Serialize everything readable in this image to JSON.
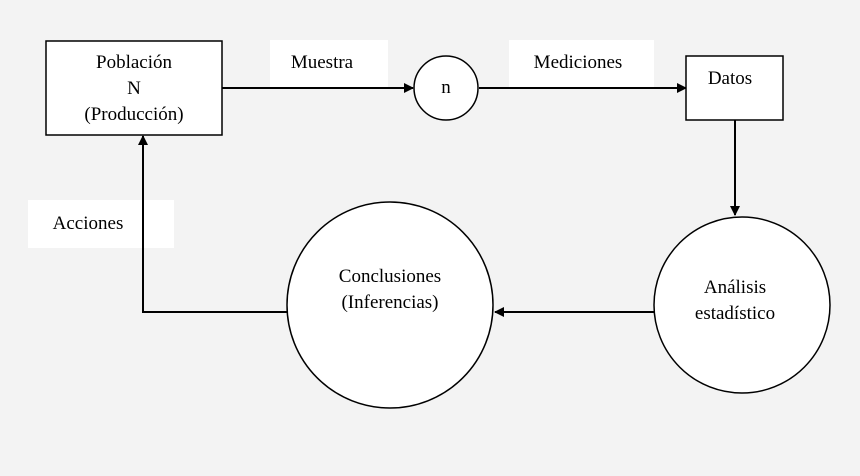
{
  "colors": {
    "background": "#f3f3f3",
    "label_background": "#ffffff",
    "stroke": "#000000"
  },
  "nodes": {
    "poblacion": {
      "line1": "Población",
      "line2": "N",
      "line3": "(Producción)"
    },
    "muestra_n": {
      "label": "n"
    },
    "datos": {
      "label": "Datos"
    },
    "analisis": {
      "line1": "Análisis",
      "line2": "estadístico"
    },
    "conclusiones": {
      "line1": "Conclusiones",
      "line2": "(Inferencias)"
    }
  },
  "edges": {
    "muestra": "Muestra",
    "mediciones": "Mediciones",
    "acciones": "Acciones"
  }
}
